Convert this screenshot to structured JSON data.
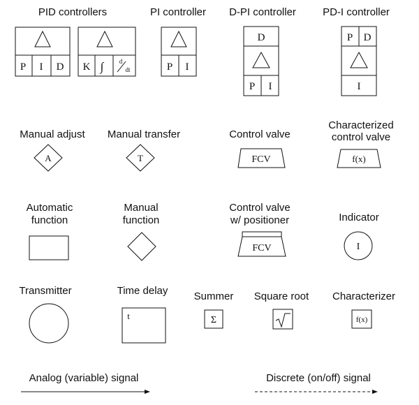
{
  "labels": {
    "pid_controllers": "PID controllers",
    "pi_controller": "PI controller",
    "dpi_controller": "D-PI controller",
    "pdi_controller": "PD-I controller",
    "manual_adjust": "Manual adjust",
    "manual_transfer": "Manual transfer",
    "control_valve": "Control valve",
    "characterized_valve_line1": "Characterized",
    "characterized_valve_line2": "control valve",
    "automatic_function_line1": "Automatic",
    "automatic_function_line2": "function",
    "manual_function_line1": "Manual",
    "manual_function_line2": "function",
    "valve_positioner_line1": "Control valve",
    "valve_positioner_line2": "w/ positioner",
    "indicator": "Indicator",
    "transmitter": "Transmitter",
    "time_delay": "Time delay",
    "summer": "Summer",
    "square_root": "Square root",
    "characterizer": "Characterizer",
    "analog_signal": "Analog (variable) signal",
    "discrete_signal": "Discrete (on/off) signal"
  },
  "symbol_text": {
    "p": "P",
    "i": "I",
    "d": "D",
    "k": "K",
    "integral": "∫",
    "deriv_num": "d",
    "deriv_den": "dt",
    "a": "A",
    "t_upper": "T",
    "fcv": "FCV",
    "fx": "f(x)",
    "t_lower": "t",
    "sigma": "Σ",
    "sqrt": "√"
  },
  "colors": {
    "ink": "#111111",
    "background": "#ffffff"
  }
}
